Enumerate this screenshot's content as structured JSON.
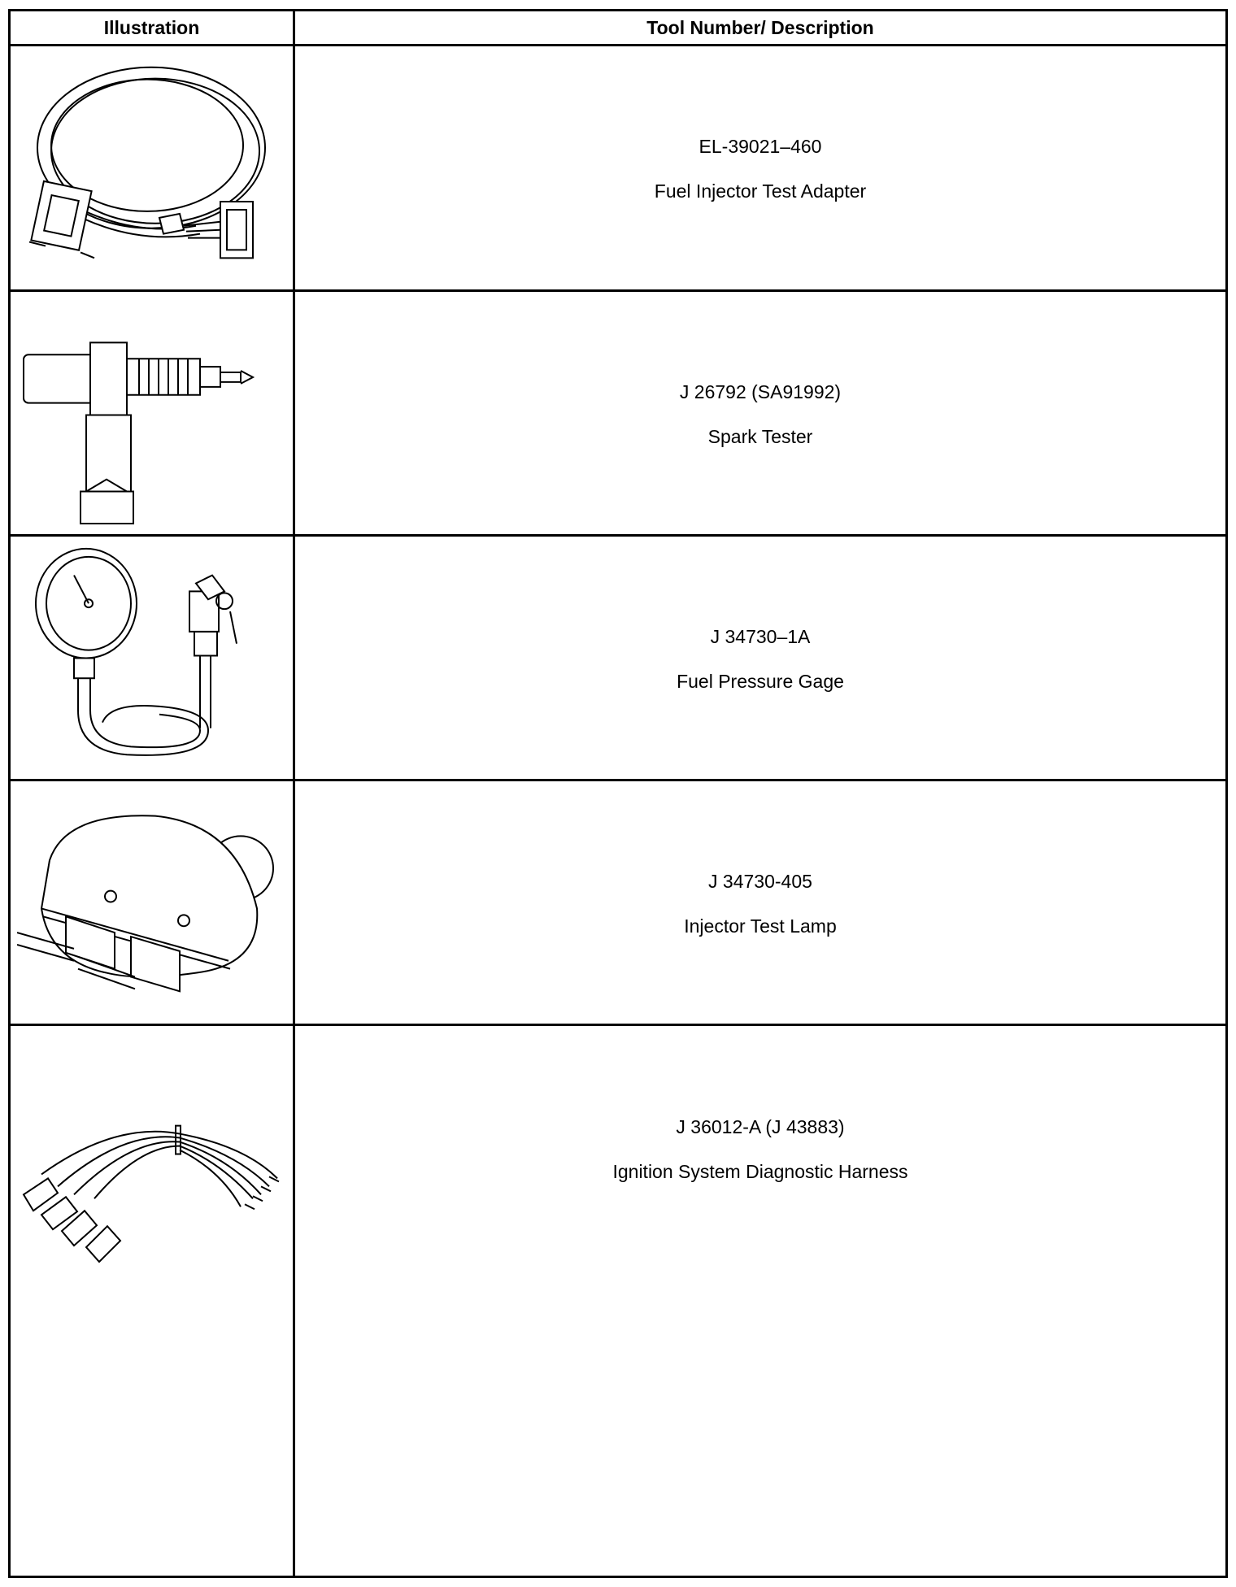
{
  "header": {
    "illustration_label": "Illustration",
    "description_label": "Tool Number/ Description"
  },
  "tools": [
    {
      "number": "EL-39021–460",
      "description": "Fuel Injector Test Adapter",
      "icon": "cable-adapter-icon"
    },
    {
      "number": "J 26792 (SA91992)",
      "description": "Spark Tester",
      "icon": "spark-tester-icon"
    },
    {
      "number": "J 34730–1A",
      "description": "Fuel Pressure Gage",
      "icon": "pressure-gauge-icon"
    },
    {
      "number": "J 34730-405",
      "description": "Injector Test Lamp",
      "icon": "test-lamp-icon"
    },
    {
      "number": "J 36012-A (J 43883)",
      "description": "Ignition System Diagnostic Harness",
      "icon": "harness-icon"
    }
  ]
}
